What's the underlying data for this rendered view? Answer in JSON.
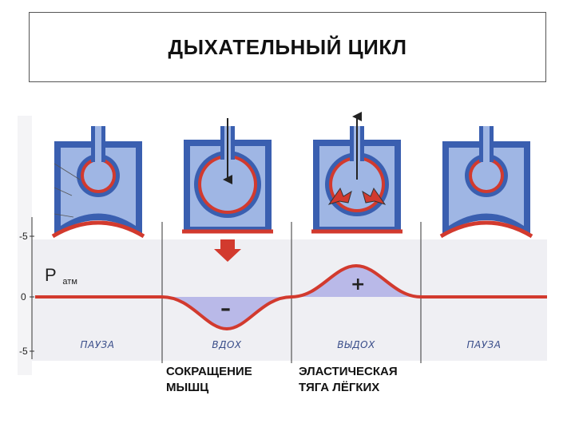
{
  "title": "ДЫХАТЕЛЬНЫЙ ЦИКЛ",
  "pressure_label": {
    "main": "P",
    "sub": "атм"
  },
  "axis_ticks": [
    "-5",
    "0",
    "-5"
  ],
  "signs": {
    "minus": "–",
    "plus": "+"
  },
  "phases": [
    "ПАУЗА",
    "ВДОХ",
    "ВЫДОХ",
    "ПАУЗА"
  ],
  "captions": {
    "muscle": [
      "СОКРАЩЕНИЕ",
      "МЫШЦ"
    ],
    "elastic": [
      "ЭЛАСТИЧЕСКАЯ",
      "ТЯГА ЛЁГКИХ"
    ]
  },
  "colors": {
    "outer_blue": "#3a5fb0",
    "inner_blue": "#9fb6e4",
    "red": "#d23a2e",
    "pressure_fill": "#b9b9e8",
    "panel_bg": "#efeff3"
  }
}
